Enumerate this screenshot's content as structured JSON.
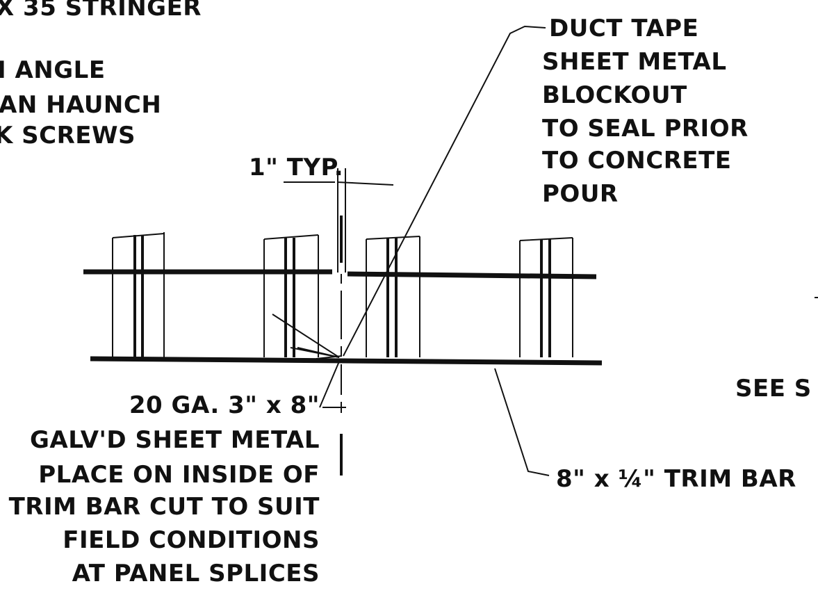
{
  "notes": {
    "top_left_partial": [
      "X 35 STRINGER",
      "I ANGLE",
      "AN HAUNCH",
      "K SCREWS"
    ],
    "typ_dim": "1\" TYP.",
    "duct_tape": [
      "DUCT TAPE",
      "SHEET METAL",
      "BLOCKOUT",
      "TO SEAL PRIOR",
      "TO CONCRETE",
      "POUR"
    ],
    "sheet_metal": [
      "20 GA. 3\" x 8\"",
      "GALV'D SHEET METAL",
      "PLACE ON INSIDE OF",
      "TRIM BAR CUT TO SUIT",
      "FIELD CONDITIONS",
      "AT PANEL SPLICES"
    ],
    "see_ref": "SEE S",
    "trim_bar": "8\" x ¼\" TRIM BAR"
  },
  "colors": {
    "ink": "#111111",
    "paper": "#ffffff"
  }
}
